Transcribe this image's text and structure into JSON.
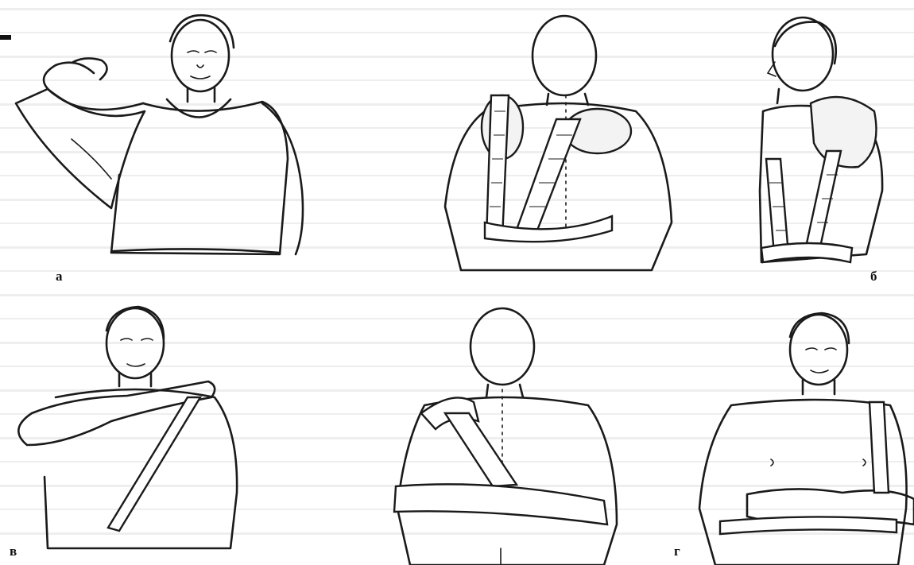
{
  "figure": {
    "panel_labels": {
      "a": "а",
      "b": "б",
      "v": "в",
      "g": "г"
    }
  }
}
